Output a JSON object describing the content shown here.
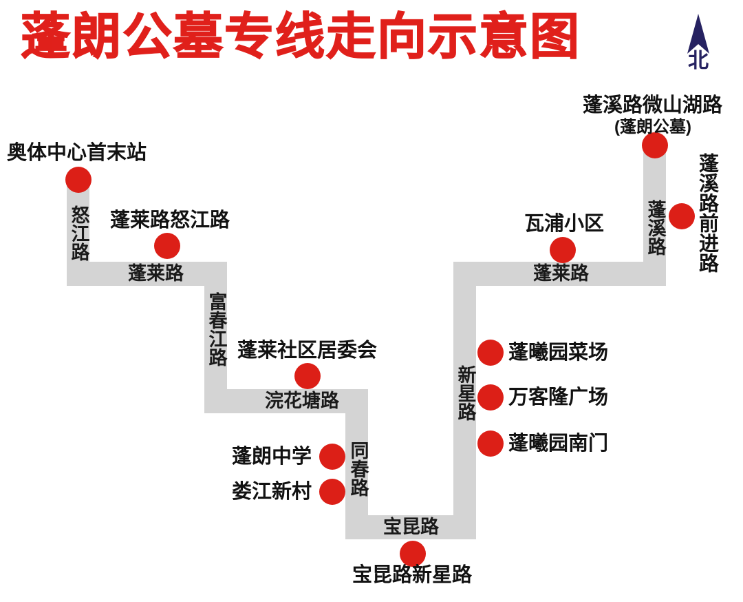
{
  "header": {
    "title": "蓬朗公墓专线走向示意图",
    "north_label": "北",
    "north_icon": "north-arrow-icon",
    "title_color": "#e0201b",
    "north_color": "#262261"
  },
  "legend": {
    "road_color": "#d4d4d4",
    "station_color": "#dc1f17"
  },
  "roads": [
    {
      "name": "怒江路",
      "orientation": "vertical"
    },
    {
      "name": "蓬莱路",
      "orientation": "horizontal"
    },
    {
      "name": "富春江路",
      "orientation": "vertical"
    },
    {
      "name": "浣花塘路",
      "orientation": "horizontal"
    },
    {
      "name": "同春路",
      "orientation": "vertical"
    },
    {
      "name": "宝昆路",
      "orientation": "horizontal"
    },
    {
      "name": "新星路",
      "orientation": "vertical"
    },
    {
      "name": "蓬莱路",
      "orientation": "horizontal"
    },
    {
      "name": "蓬溪路",
      "orientation": "vertical"
    }
  ],
  "stations": [
    {
      "name": "奥体中心首末站",
      "label_orientation": "horizontal"
    },
    {
      "name": "蓬莱路怒江路",
      "label_orientation": "horizontal"
    },
    {
      "name": "蓬莱社区居委会",
      "label_orientation": "horizontal"
    },
    {
      "name": "蓬朗中学",
      "label_orientation": "horizontal"
    },
    {
      "name": "娄江新村",
      "label_orientation": "horizontal"
    },
    {
      "name": "宝昆路新星路",
      "label_orientation": "horizontal"
    },
    {
      "name": "蓬曦园南门",
      "label_orientation": "horizontal"
    },
    {
      "name": "万客隆广场",
      "label_orientation": "horizontal"
    },
    {
      "name": "蓬曦园菜场",
      "label_orientation": "horizontal"
    },
    {
      "name": "瓦浦小区",
      "label_orientation": "horizontal"
    },
    {
      "name": "蓬溪路微山湖路",
      "sub_name": "(蓬朗公墓)",
      "label_orientation": "horizontal"
    },
    {
      "name": "蓬溪路前进路",
      "label_orientation": "vertical"
    }
  ]
}
